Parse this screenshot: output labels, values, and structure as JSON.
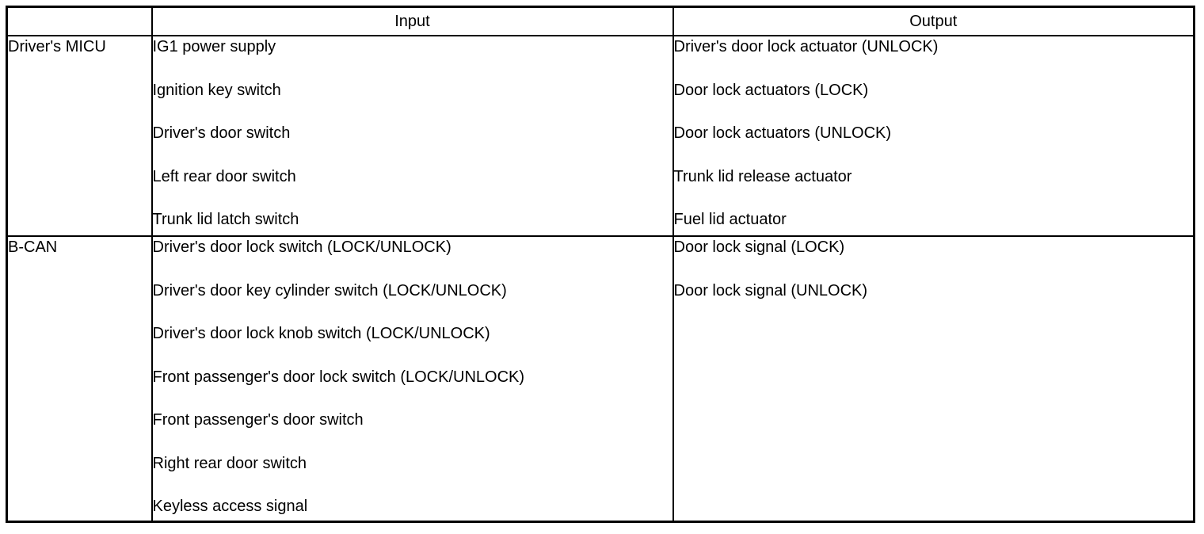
{
  "table": {
    "columns": {
      "system_header": "",
      "input_header": "Input",
      "output_header": "Output"
    },
    "rows": [
      {
        "system": "Driver's MICU",
        "inputs": [
          "IG1 power supply",
          "Ignition key switch",
          "Driver's door switch",
          "Left rear door switch",
          "Trunk lid latch switch"
        ],
        "outputs": [
          "Driver's door lock actuator (UNLOCK)",
          "Door lock actuators (LOCK)",
          "Door lock actuators (UNLOCK)",
          "Trunk lid release actuator",
          "Fuel lid actuator"
        ]
      },
      {
        "system": "B-CAN",
        "inputs": [
          "Driver's door lock switch (LOCK/UNLOCK)",
          "Driver's door key cylinder switch (LOCK/UNLOCK)",
          "Driver's door lock knob switch (LOCK/UNLOCK)",
          "Front passenger's door lock switch (LOCK/UNLOCK)",
          "Front passenger's door switch",
          "Right rear door switch",
          "Keyless access signal"
        ],
        "outputs": [
          "Door lock signal (LOCK)",
          "Door lock signal (UNLOCK)"
        ]
      }
    ]
  },
  "colors": {
    "border": "#000000",
    "text": "#000000",
    "background": "#ffffff"
  }
}
